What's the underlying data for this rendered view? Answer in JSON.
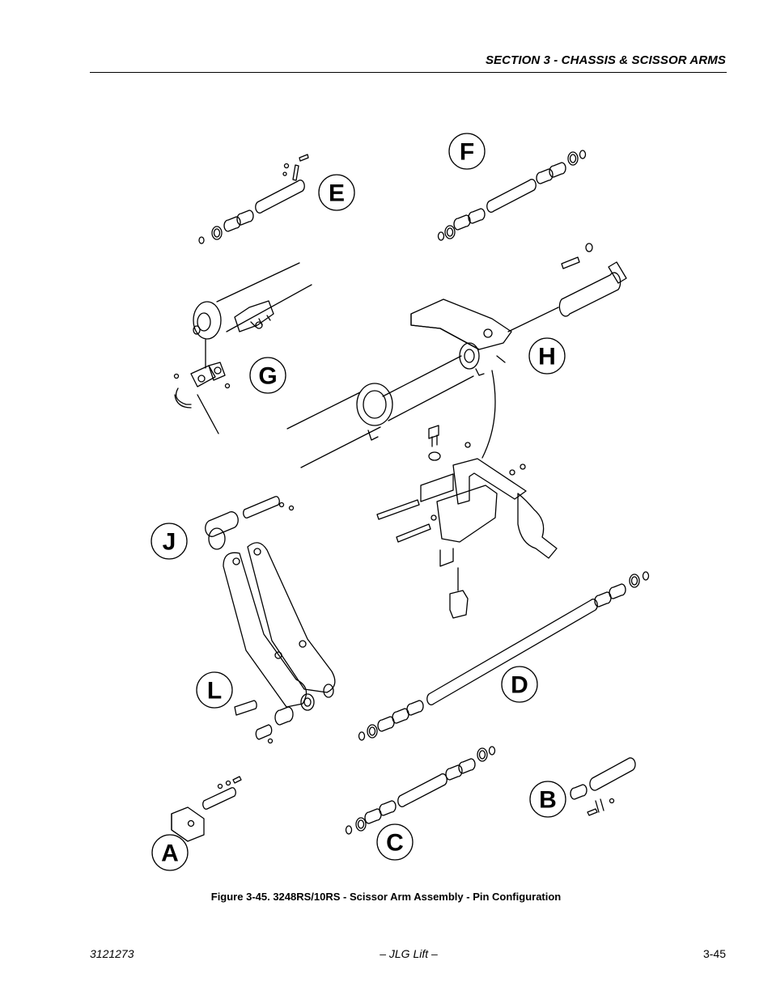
{
  "header": {
    "section_title": "SECTION 3 - CHASSIS & SCISSOR ARMS"
  },
  "figure": {
    "caption": "Figure 3-45.  3248RS/10RS - Scissor Arm Assembly - Pin Configuration",
    "callouts": {
      "a": "A",
      "b": "B",
      "c": "C",
      "d": "D",
      "e": "E",
      "f": "F",
      "g": "G",
      "h": "H",
      "j": "J",
      "l": "L"
    }
  },
  "footer": {
    "doc_number": "3121273",
    "brand": "– JLG Lift –",
    "page_number": "3-45"
  }
}
